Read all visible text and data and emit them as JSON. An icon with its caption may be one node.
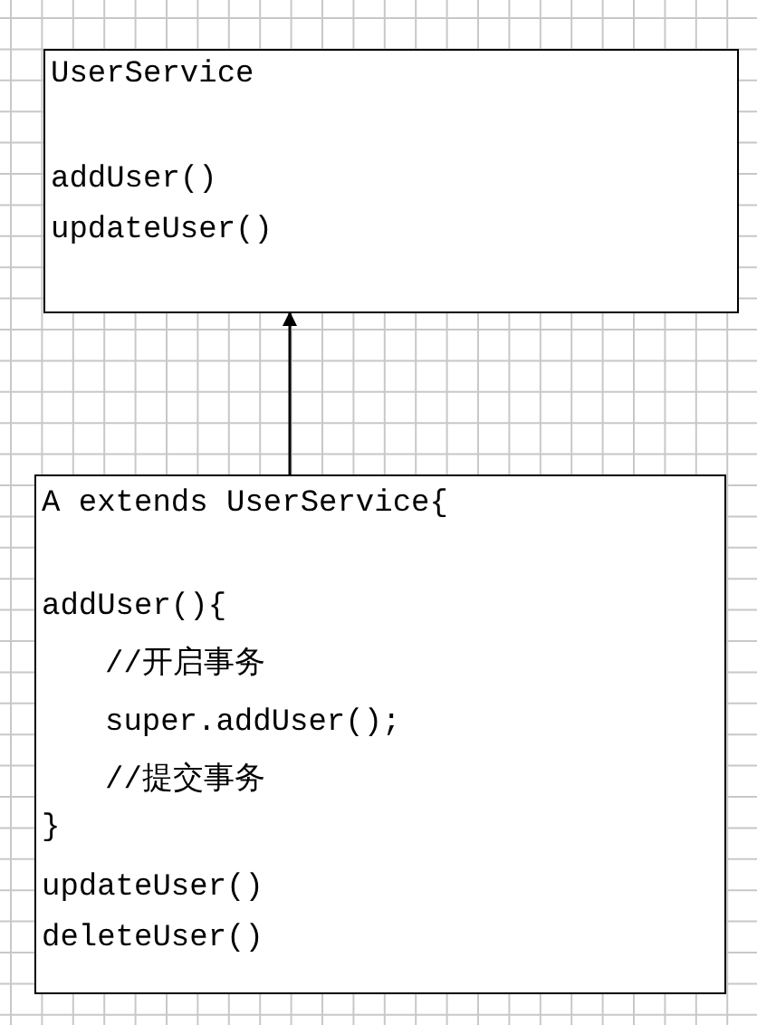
{
  "diagram": {
    "nodes": [
      {
        "text": [
          "UserService",
          "addUser()",
          "updateUser()"
        ]
      },
      {
        "text": [
          "A extends UserService{",
          "addUser(){",
          "//开启事务",
          "super.addUser();",
          "//提交事务",
          "}",
          "updateUser()",
          "deleteUser()"
        ]
      }
    ],
    "edges": [
      {
        "from": 1,
        "to": 0,
        "arrow": "to"
      }
    ]
  }
}
